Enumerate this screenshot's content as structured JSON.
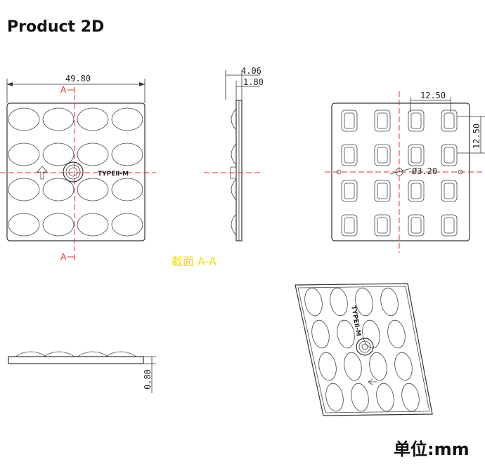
{
  "title": "Product 2D",
  "unit": "单位:mm",
  "section_label": "截面  A-A",
  "dimensions": {
    "width": "49.80",
    "height_total": "4.06",
    "thickness": "1.80",
    "pitch_x": "12.50",
    "pitch_y": "12.50",
    "hole": "Ø3.20",
    "base": "0.80"
  },
  "section_marker": "A",
  "model_label": "TYPEⅡ-M"
}
